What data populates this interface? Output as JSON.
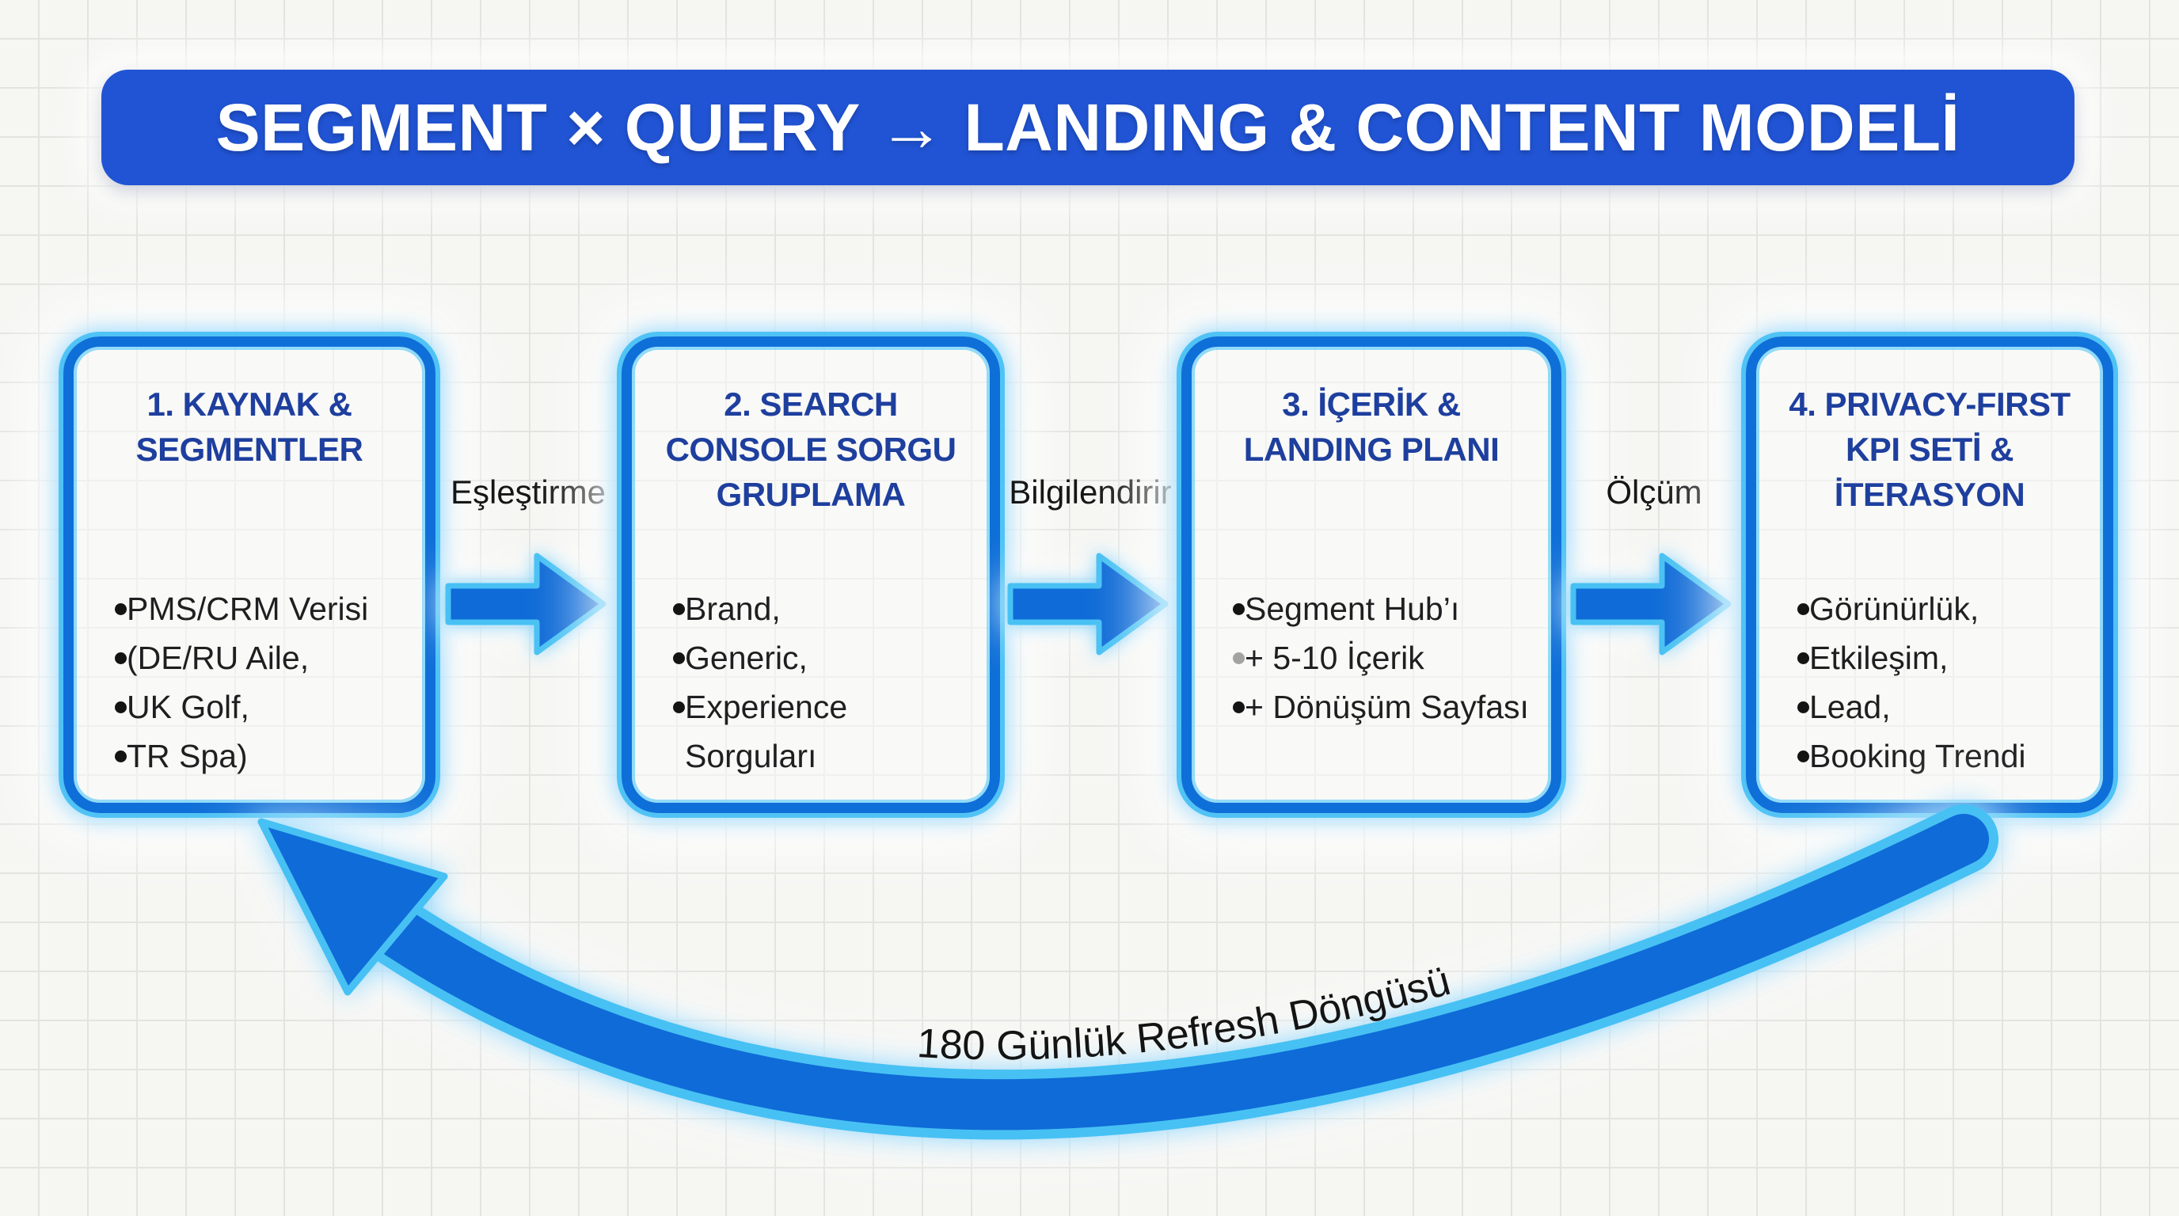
{
  "title": "SEGMENT × QUERY → LANDING & CONTENT MODELİ",
  "boxes": [
    {
      "title": "1. KAYNAK & SEGMENTLER",
      "bullets": [
        {
          "text": "PMS/CRM Verisi",
          "dot": "dark"
        },
        {
          "text": "(DE/RU Aile,",
          "dot": "dark"
        },
        {
          "text": "UK Golf,",
          "dot": "dark"
        },
        {
          "text": "TR Spa)",
          "dot": "dark"
        }
      ]
    },
    {
      "title": "2. SEARCH CONSOLE SORGU GRUPLAMA",
      "bullets": [
        {
          "text": "Brand,",
          "dot": "dark"
        },
        {
          "text": "Generic,",
          "dot": "dark"
        },
        {
          "text": "Experience Sorguları",
          "dot": "dark"
        }
      ]
    },
    {
      "title": "3. İÇERİK & LANDING PLANI",
      "bullets": [
        {
          "text": "Segment Hub’ı",
          "dot": "dark"
        },
        {
          "text": "+ 5-10 İçerik",
          "dot": "gray"
        },
        {
          "text": "+ Dönüşüm Sayfası",
          "dot": "dark"
        }
      ]
    },
    {
      "title": "4. PRIVACY-FIRST KPI SETİ & İTERASYON",
      "bullets": [
        {
          "text": "Görünürlük,",
          "dot": "dark"
        },
        {
          "text": "Etkileşim,",
          "dot": "dark"
        },
        {
          "text": "Lead,",
          "dot": "dark"
        },
        {
          "text": "Booking Trendi",
          "dot": "dark"
        }
      ]
    }
  ],
  "connectors": [
    {
      "label": "Eşleştirme"
    },
    {
      "label": "Bilgilendirir"
    },
    {
      "label": "Ölçüm"
    }
  ],
  "loop": {
    "label": "180 Günlük Refresh Döngüsü"
  },
  "colors": {
    "banner_blue": "#2154d4",
    "border_blue": "#0f6fd8",
    "cyan_edge": "#4fc3f5",
    "heading_navy": "#1e3f9e",
    "arrow_blue": "#0f6bd7",
    "body_text": "#1f1f21",
    "background": "#f6f6f3"
  }
}
